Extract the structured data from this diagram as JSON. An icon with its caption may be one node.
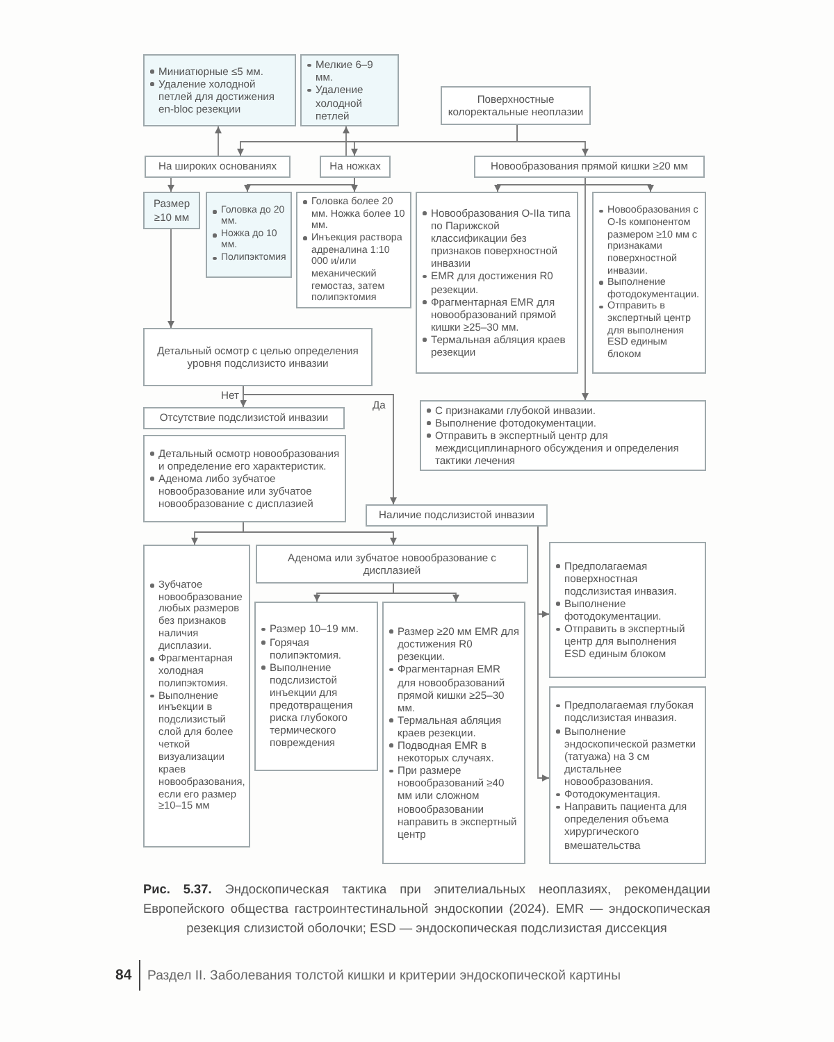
{
  "diagram": {
    "caption": "**Рис. 5.37.** Эндоскопическая тактика при эпителиальных неоплазиях, рекомендации Европейского общества гастроинтестинальной эндоскопии (2024). EMR — эндоскопическая резекция слизистой оболочки; ESD — эндоскопическая подслизистая диссекция",
    "nodes": [
      {
        "text": [
          "Миниатюрные ≤5 мм.",
          "Удаление холодной петлей для достижения en-bloc резекции"
        ]
      },
      {
        "text": [
          "Мелкие 6–9 мм.",
          "Удаление холодной петлей"
        ]
      },
      {
        "text": [
          "Поверхностные колоректальные неоплазии"
        ]
      },
      {
        "text": [
          "На широких основаниях"
        ]
      },
      {
        "text": [
          "На ножках"
        ]
      },
      {
        "text": [
          "Новообразования прямой кишки ≥20 мм"
        ]
      },
      {
        "text": [
          "Размер ≥10 мм"
        ]
      },
      {
        "text": [
          "Головка до 20 мм.",
          "Ножка до 10 мм.",
          "Полипэктомия"
        ]
      },
      {
        "text": [
          "Головка более 20 мм. Ножка более 10 мм.",
          "Инъекция раствора адреналина 1:10 000 и/или механический гемостаз, затем полипэктомия"
        ]
      },
      {
        "text": [
          "Новообразования O-IIa типа по Парижской классификации без признаков поверхностной инвазии",
          "EMR для достижения R0 резекции.",
          "Фрагментарная EMR для новообразований прямой кишки ≥25–30 мм.",
          "Термальная абляция краев резекции"
        ]
      },
      {
        "text": [
          "Новообразования с O-Is компонентом размером ≥10 мм с признаками поверхностной инвазии.",
          "Выполнение фотодокументации.",
          "Отправить в экспертный центр для выполнения ESD единым блоком"
        ]
      },
      {
        "text": [
          "Детальный осмотр с целью определения уровня подслизисто инвазии"
        ]
      },
      {
        "text": [
          "Отсутствие подслизистой инвазии"
        ]
      },
      {
        "text": [
          "Детальный осмотр новообразования и определение его характеристик.",
          "Аденома либо зубчатое новообразование или зубчатое новообразование с дисплазией"
        ]
      },
      {
        "text": [
          "С признаками глубокой инвазии.",
          "Выполнение фотодокументации.",
          "Отправить в экспертный центр для междисциплинарного обсуждения и определения тактики лечения"
        ]
      },
      {
        "text": [
          "Наличие подслизистой инвазии"
        ]
      },
      {
        "text": [
          "Зубчатое новообразование любых размеров без признаков наличия дисплазии.",
          "Фрагментарная холодная полипэктомия.",
          "Выполнение инъекции в подслизистый слой для более четкой визуализации краев новообразования, если его размер ≥10–15 мм"
        ]
      },
      {
        "text": [
          "Аденома или зубчатое новообразование с дисплазией"
        ]
      },
      {
        "text": [
          "Размер 10–19 мм.",
          "Горячая полипэктомия.",
          "Выполнение подслизистой инъекции для предотвращения риска глубокого термического повреждения"
        ]
      },
      {
        "text": [
          "Размер ≥20 мм EMR для достижения R0 резекции.",
          "Фрагментарная EMR для новообразований прямой кишки ≥25–30 мм.",
          "Термальная абляция краев резекции.",
          "Подводная EMR в некоторых случаях.",
          "При размере новообразований ≥40 мм или сложном новообразовании направить в экспертный центр"
        ]
      },
      {
        "text": [
          "Предполагаемая поверхностная подслизистая инвазия.",
          "Выполнение фотодокументации.",
          "Отправить в экспертный центр для выполнения ESD единым блоком"
        ]
      },
      {
        "text": [
          "Предполагаемая глубокая подслизистая инвазия.",
          "Выполнение эндоскопической разметки (татуажа) на 3 см дистальнее новообразования.",
          "Фотодокументация.",
          "Направить пациента для определения объема хирургического вмешательства"
        ]
      }
    ],
    "edges": [
      {
        "from": 2,
        "to": 3,
        "arrow": "to"
      },
      {
        "from": 2,
        "to": 4,
        "arrow": "to"
      },
      {
        "from": 2,
        "to": 5,
        "arrow": "to"
      },
      {
        "from": 3,
        "to": 0,
        "arrow": "to"
      },
      {
        "from": 4,
        "to": 1,
        "arrow": "to"
      },
      {
        "from": 3,
        "to": 6,
        "arrow": "to"
      },
      {
        "from": 4,
        "to": 7,
        "arrow": "to"
      },
      {
        "from": 4,
        "to": 8,
        "arrow": "to"
      },
      {
        "from": 5,
        "to": 9,
        "arrow": "to"
      },
      {
        "from": 5,
        "to": 10,
        "arrow": "to"
      },
      {
        "from": 5,
        "to": 14,
        "arrow": "to"
      },
      {
        "from": 6,
        "to": 11,
        "arrow": "to"
      },
      {
        "from": 11,
        "to": 12,
        "arrow": "to",
        "label": "Нет"
      },
      {
        "from": 11,
        "to": 15,
        "arrow": "to",
        "label": "Да"
      },
      {
        "from": 13,
        "to": 16,
        "arrow": "to"
      },
      {
        "from": 13,
        "to": 17,
        "arrow": "to"
      },
      {
        "from": 17,
        "to": 18,
        "arrow": "to"
      },
      {
        "from": 17,
        "to": 19,
        "arrow": "to"
      },
      {
        "from": 15,
        "to": 20,
        "arrow": "to"
      },
      {
        "from": 15,
        "to": 21,
        "arrow": "to"
      }
    ],
    "labels": [
      "84",
      "Раздел II. Заболевания толстой кишки и критерии эндоскопической картины"
    ]
  }
}
